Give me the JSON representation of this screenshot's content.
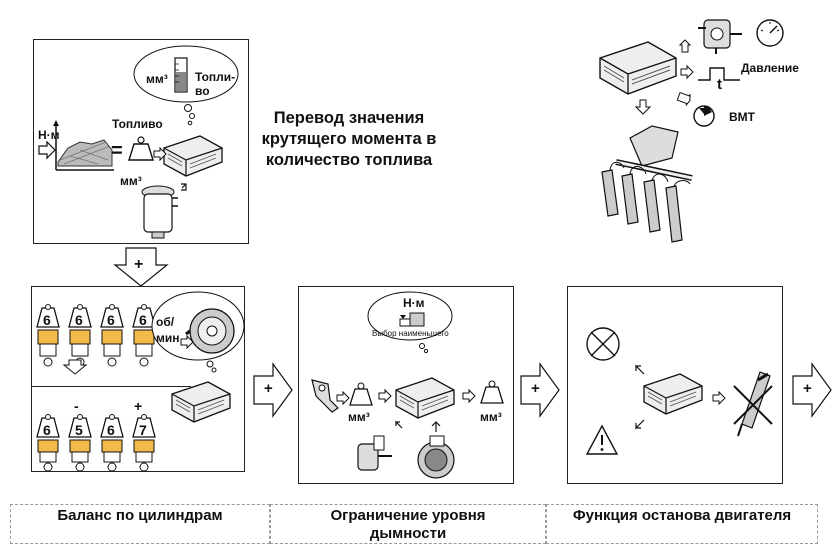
{
  "title_text": "Перевод значения крутящего момента в количество топлива",
  "top_panel": {
    "torque_label": "Н·м",
    "fuel_label": "Топливо",
    "unit_label": "мм³",
    "bubble_unit": "мм³",
    "bubble_fuel": "Топли-\nво"
  },
  "top_right": {
    "pressure_label": "Давление",
    "tdc_label": "ВМТ",
    "time_label": "t"
  },
  "balance_panel": {
    "row1": [
      "6",
      "6",
      "6",
      "6"
    ],
    "row2": [
      "6",
      "5",
      "6",
      "7"
    ],
    "minus": "-",
    "plus": "+",
    "rpm_label": "об/\nмин"
  },
  "smoke_panel": {
    "torque_label": "Н·м",
    "select_label": "Выбор наименьшего",
    "unit_left": "мм³",
    "unit_right": "мм³"
  },
  "plus_symbol": "+",
  "captions": {
    "balance": "Баланс по цилиндрам",
    "smoke": "Ограничение уровня дымности",
    "stop": "Функция останова двигателя"
  }
}
